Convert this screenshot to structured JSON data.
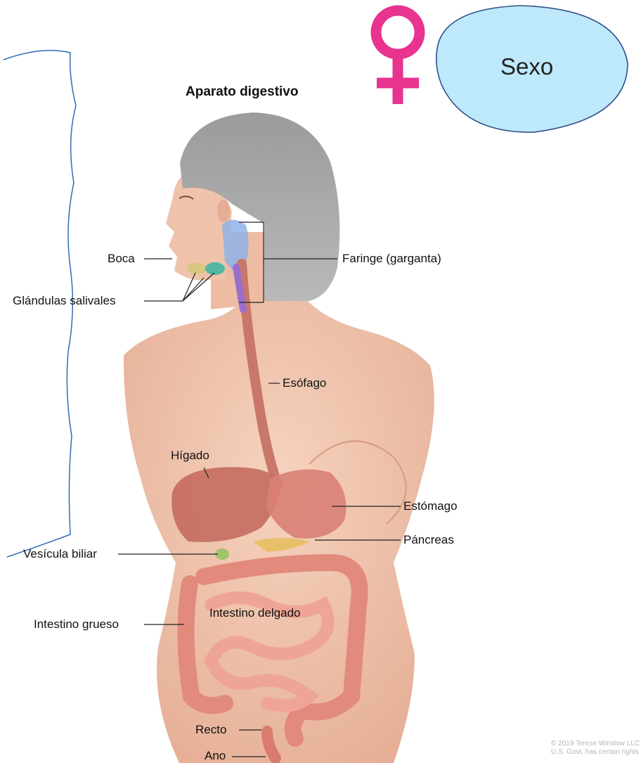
{
  "title": "Aparato digestivo",
  "sex_badge": {
    "label": "Sexo",
    "symbol_icon": "female-symbol-icon",
    "symbol_color": "#e8338f",
    "bubble_color": "#bde9fb",
    "bubble_border": "#2e4f8a"
  },
  "labels": {
    "boca": "Boca",
    "glandulas": "Glándulas salivales",
    "faringe": "Faringe (garganta)",
    "esofago": "Esófago",
    "higado": "Hígado",
    "estomago": "Estómago",
    "vesicula": "Vesícula biliar",
    "pancreas": "Páncreas",
    "delgado": "Intestino delgado",
    "grueso": "Intestino grueso",
    "recto": "Recto",
    "ano": "Ano"
  },
  "copyright": {
    "line1": "© 2019 Terese Winslow LLC",
    "line2": "U.S. Govt. has certain rights"
  },
  "colors": {
    "skin": "#eec1aa",
    "hair": "#a6a6a6",
    "organ": "#c9776b",
    "intestine": "#e79a8c",
    "bracket": "#2f6db5"
  }
}
